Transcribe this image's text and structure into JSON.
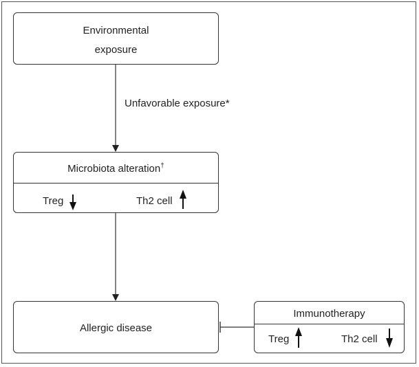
{
  "nodes": {
    "environmental": {
      "line1": "Environmental",
      "line2": "exposure"
    },
    "edge_label": "Unfavorable exposure*",
    "microbiota": {
      "title": "Microbiota alteration",
      "title_mark": "†",
      "left_label": "Treg",
      "left_arrow": "down",
      "right_label": "Th2 cell",
      "right_arrow": "up"
    },
    "allergic": {
      "label": "Allergic disease"
    },
    "immunotherapy": {
      "title": "Immunotherapy",
      "left_label": "Treg",
      "left_arrow": "up",
      "right_label": "Th2 cell",
      "right_arrow": "down"
    }
  },
  "edges": [
    {
      "from": "environmental",
      "to": "microbiota",
      "type": "arrow"
    },
    {
      "from": "microbiota",
      "to": "allergic",
      "type": "arrow"
    },
    {
      "from": "immunotherapy",
      "to": "allergic",
      "type": "inhibition"
    }
  ]
}
